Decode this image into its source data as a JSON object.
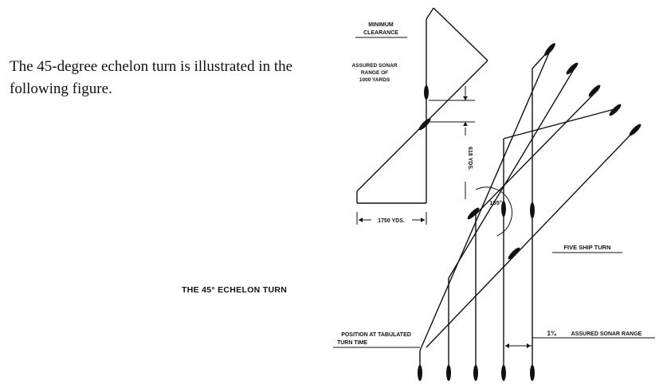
{
  "intro_text": "The 45-degree echelon turn is illustrated in the following figure.",
  "figure_caption": "THE 45° ECHELON TURN",
  "labels": {
    "minimum_clearance_1": "MINIMUM",
    "minimum_clearance_2": "CLEARANCE",
    "assured_sonar_1": "ASSURED SONAR",
    "assured_sonar_2": "RANGE OF",
    "assured_sonar_3": "1000 YARDS",
    "yds_618": "618 YDS.",
    "yds_1750": "1750 YDS.",
    "angle_135": "135°",
    "five_ship_turn": "FIVE SHIP TURN",
    "position_1": "POSITION AT TABULATED",
    "position_2": "TURN TIME",
    "sonar_range_fraction": "1¾",
    "sonar_range_text": "ASSURED SONAR RANGE"
  }
}
